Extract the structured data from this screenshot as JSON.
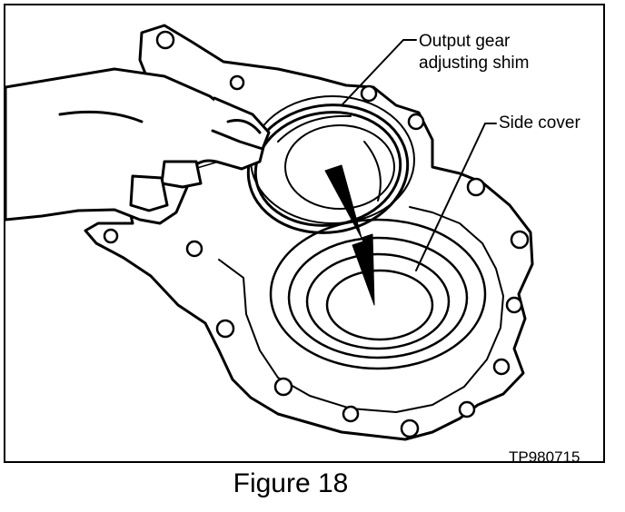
{
  "figure": {
    "callouts": {
      "shim_line1": "Output gear",
      "shim_line2": "adjusting shim",
      "side_cover": "Side cover"
    },
    "image_code": "TP980715",
    "caption": "Figure 18"
  },
  "colors": {
    "ink": "#000000",
    "paper": "#ffffff"
  }
}
